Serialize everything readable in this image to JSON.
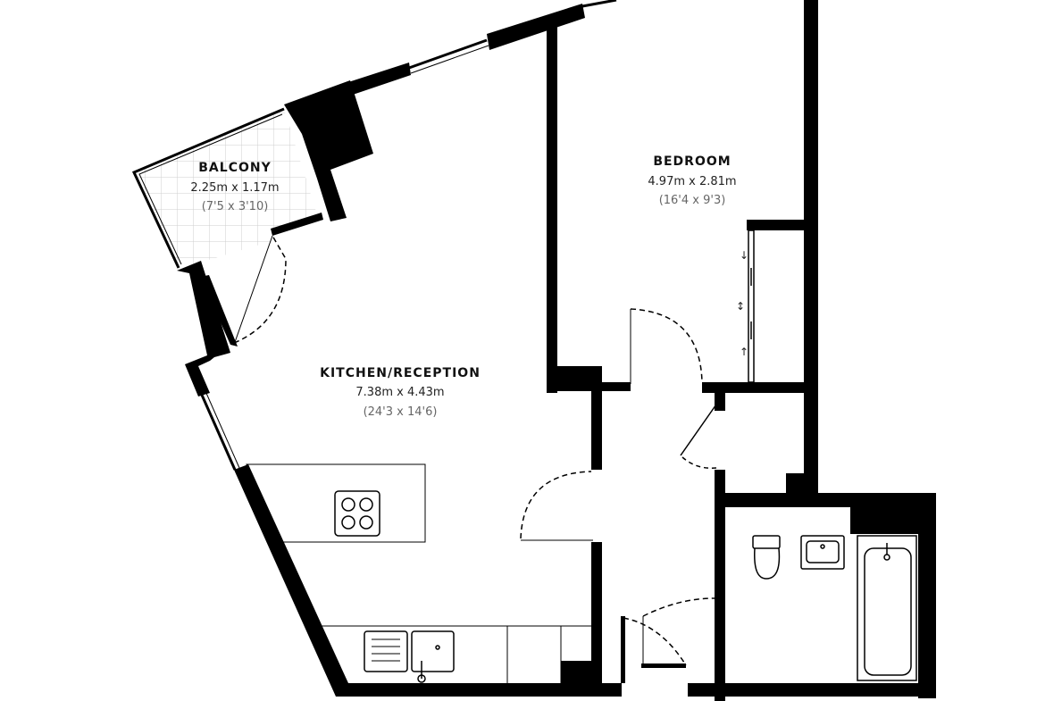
{
  "rooms": {
    "balcony": {
      "name": "BALCONY",
      "metric": "2.25m x 1.17m",
      "imperial": "(7'5 x 3'10)"
    },
    "bedroom": {
      "name": "BEDROOM",
      "metric": "4.97m x 2.81m",
      "imperial": "(16'4 x 9'3)"
    },
    "kitchen": {
      "name": "KITCHEN/RECEPTION",
      "metric": "7.38m x 4.43m",
      "imperial": "(24'3 x 14'6)"
    }
  },
  "wardrobe_arrows": {
    "top": "↓",
    "middle": "↕",
    "bottom": "↑"
  },
  "colors": {
    "wall": "#000000",
    "tile": "#cfcfcf",
    "fixture": "#222222"
  }
}
